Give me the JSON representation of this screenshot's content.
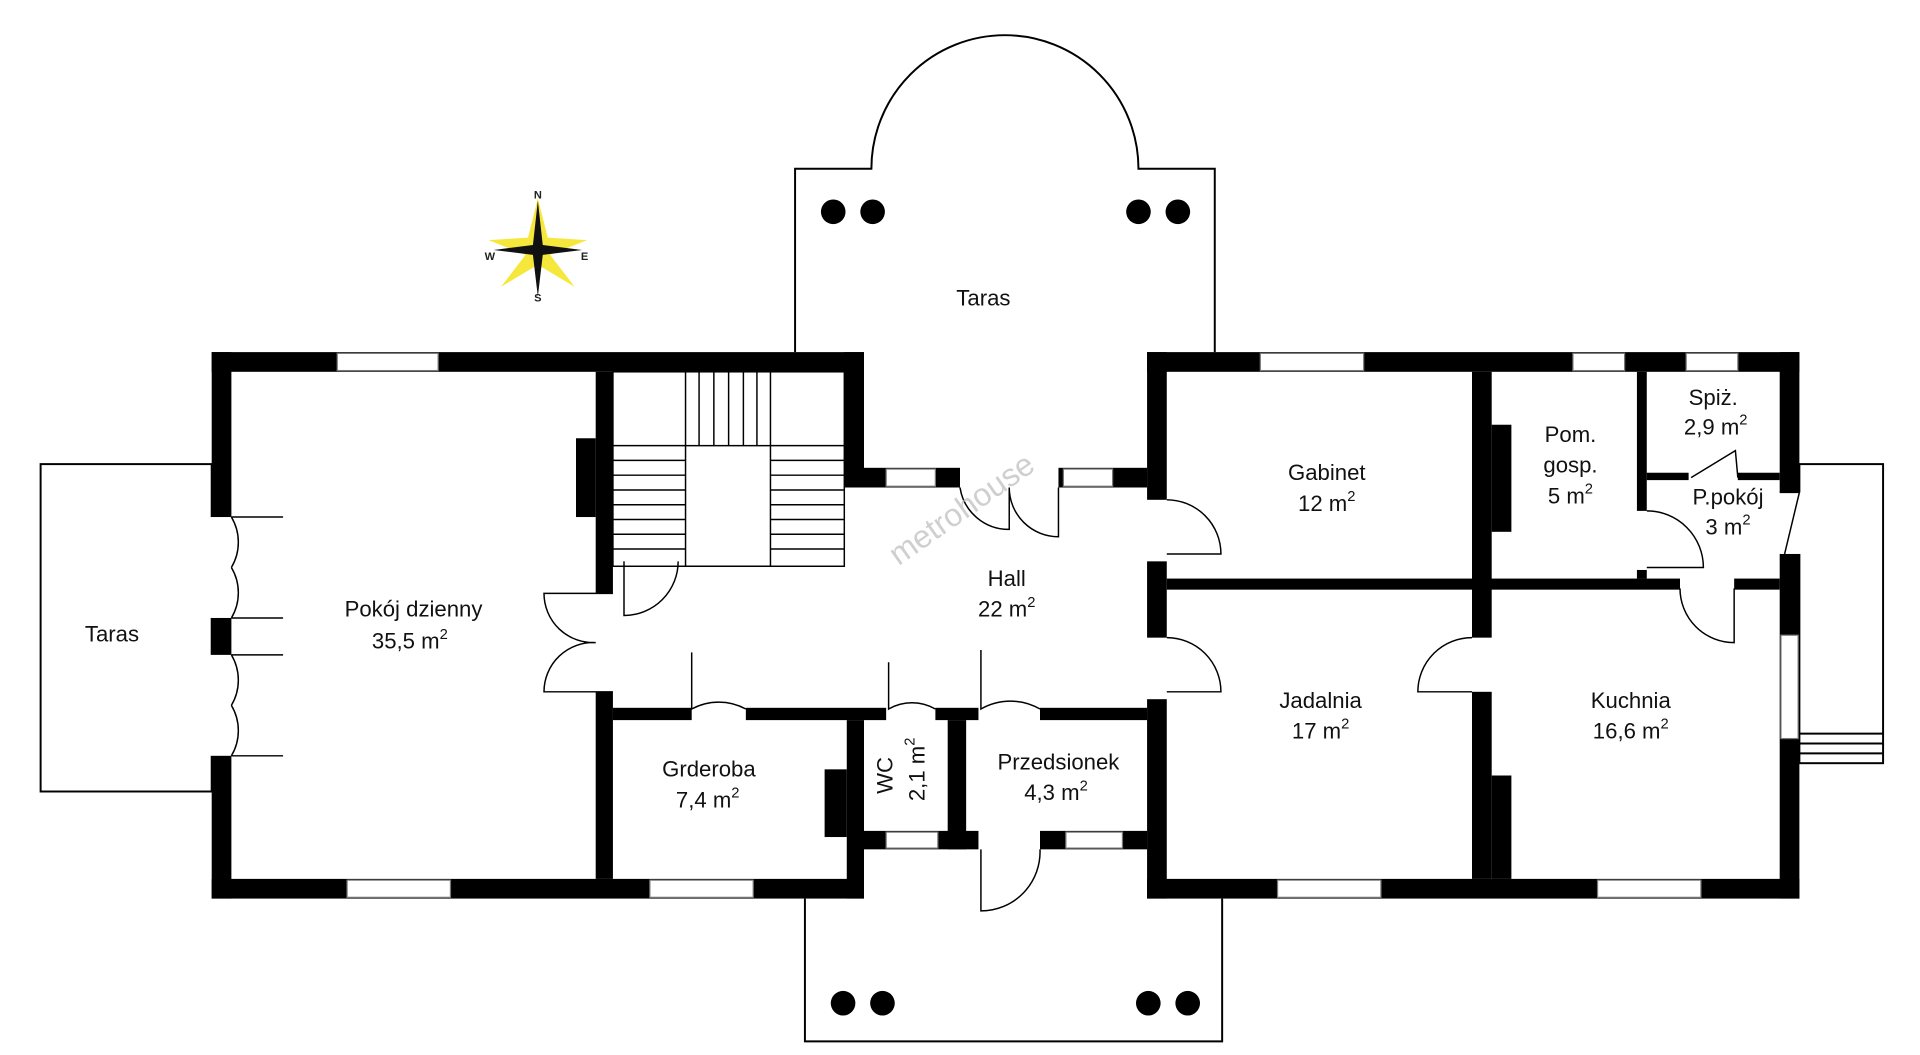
{
  "watermark": "metrohouse",
  "compass": {
    "n": "N",
    "e": "E",
    "s": "S",
    "w": "W"
  },
  "rooms": [
    {
      "id": "taras-north",
      "name": "Taras",
      "area": ""
    },
    {
      "id": "taras-west",
      "name": "Taras",
      "area": ""
    },
    {
      "id": "pokoj-dzienny",
      "name": "Pokój dzienny",
      "area": "35,5 m",
      "unit_exp": "2"
    },
    {
      "id": "hall",
      "name": "Hall",
      "area": "22 m",
      "unit_exp": "2"
    },
    {
      "id": "gabinet",
      "name": "Gabinet",
      "area": "12 m",
      "unit_exp": "2"
    },
    {
      "id": "pom-gosp",
      "name": "Pom.",
      "name2": "gosp.",
      "area": "5 m",
      "unit_exp": "2"
    },
    {
      "id": "spiz",
      "name": "Spiż.",
      "area": "2,9 m",
      "unit_exp": "2"
    },
    {
      "id": "p-pokoj",
      "name": "P.pokój",
      "area": "3 m",
      "unit_exp": "2"
    },
    {
      "id": "grderoba",
      "name": "Grderoba",
      "area": "7,4 m",
      "unit_exp": "2"
    },
    {
      "id": "wc",
      "name": "WC",
      "area": "2,1 m",
      "unit_exp": "2"
    },
    {
      "id": "przedsionek",
      "name": "Przedsionek",
      "area": "4,3 m",
      "unit_exp": "2"
    },
    {
      "id": "jadalnia",
      "name": "Jadalnia",
      "area": "17 m",
      "unit_exp": "2"
    },
    {
      "id": "kuchnia",
      "name": "Kuchnia",
      "area": "16,6 m",
      "unit_exp": "2"
    }
  ]
}
